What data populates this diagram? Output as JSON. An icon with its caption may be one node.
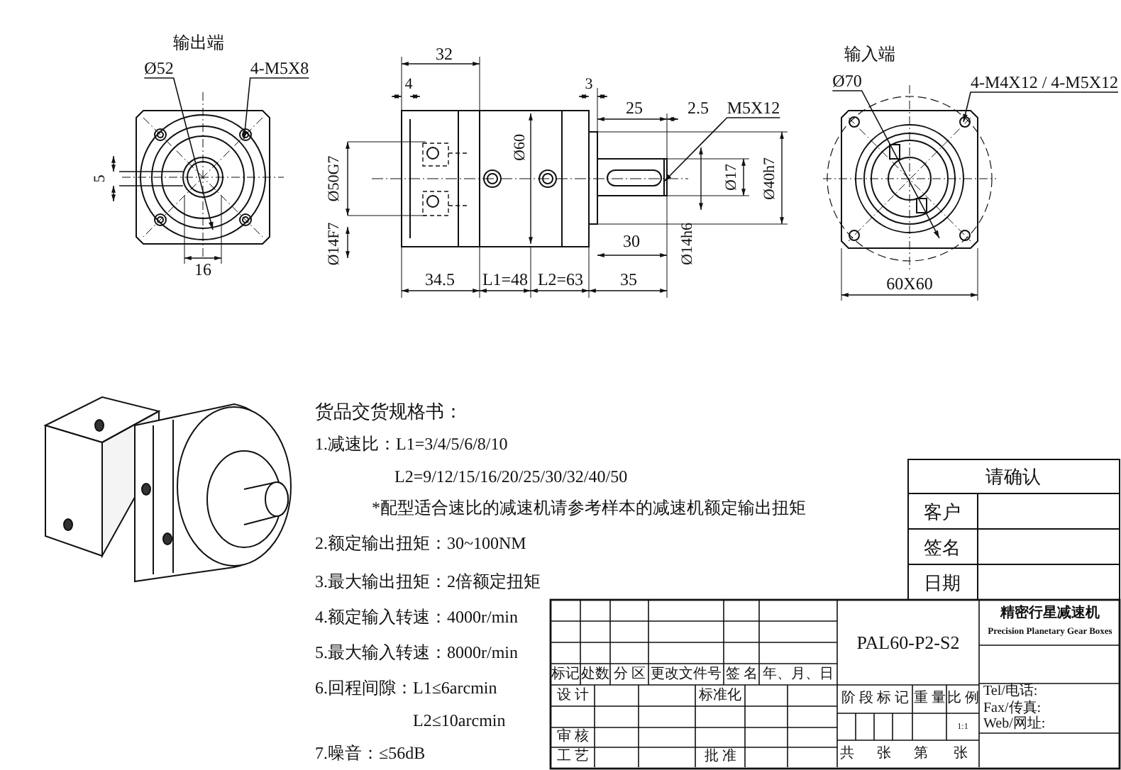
{
  "diagram": {
    "nodes": [
      {
        "text": [
          "Ø52"
        ]
      },
      {
        "text": [
          "4-M5X8"
        ]
      },
      {
        "text": [
          "M5X12"
        ]
      },
      {
        "text": [
          "Ø70"
        ]
      },
      {
        "text": [
          "4-M4X12 / 4-M5X12"
        ]
      }
    ],
    "edges": [
      {
        "from": 0,
        "to": null,
        "arrow": "to"
      },
      {
        "from": 1,
        "to": null,
        "arrow": "to"
      },
      {
        "from": 2,
        "to": null,
        "arrow": "to"
      },
      {
        "from": 3,
        "to": null,
        "arrow": "to"
      },
      {
        "from": 4,
        "to": null,
        "arrow": "to"
      }
    ],
    "labels": [
      "输出端",
      "32",
      "输入端",
      "4",
      "3",
      "25",
      "2.5",
      "5",
      "Ø50G7",
      "Ø60",
      "Ø17",
      "Ø40h7",
      "Ø14F7",
      "Ø14h6",
      "30",
      "16",
      "34.5",
      "L1=48",
      "L2=63",
      "35",
      "60X60",
      "货品交货规格书：",
      "1.减速比：L1=3/4/5/6/8/10",
      "L2=9/12/15/16/20/25/30/32/40/50",
      "*配型适合速比的减速机请参考样本的减速机额定输出扭矩",
      "2.额定输出扭矩：30~100NM",
      "3.最大输出扭矩：2倍额定扭矩",
      "4.额定输入转速：4000r/min",
      "5.最大输入转速：8000r/min",
      "6.回程间隙：L1≤6arcmin",
      "L2≤10arcmin",
      "7.噪音：≤56dB",
      "请确认",
      "客户",
      "签名",
      "日期",
      "标记",
      "处数",
      "分 区",
      "更改文件号",
      "签 名",
      "年、月、日",
      "PAL60-P2-S2",
      "精密行星减速机",
      "Precision Planetary Gear Boxes",
      "设 计",
      "标准化",
      "阶 段 标 记",
      "重 量",
      "比 例",
      "Tel/电话:",
      "Fax/传真:",
      "Web/网址:",
      "1:1",
      "审 核",
      "工 艺",
      "批 准",
      "共",
      "张",
      "第",
      "张"
    ]
  }
}
